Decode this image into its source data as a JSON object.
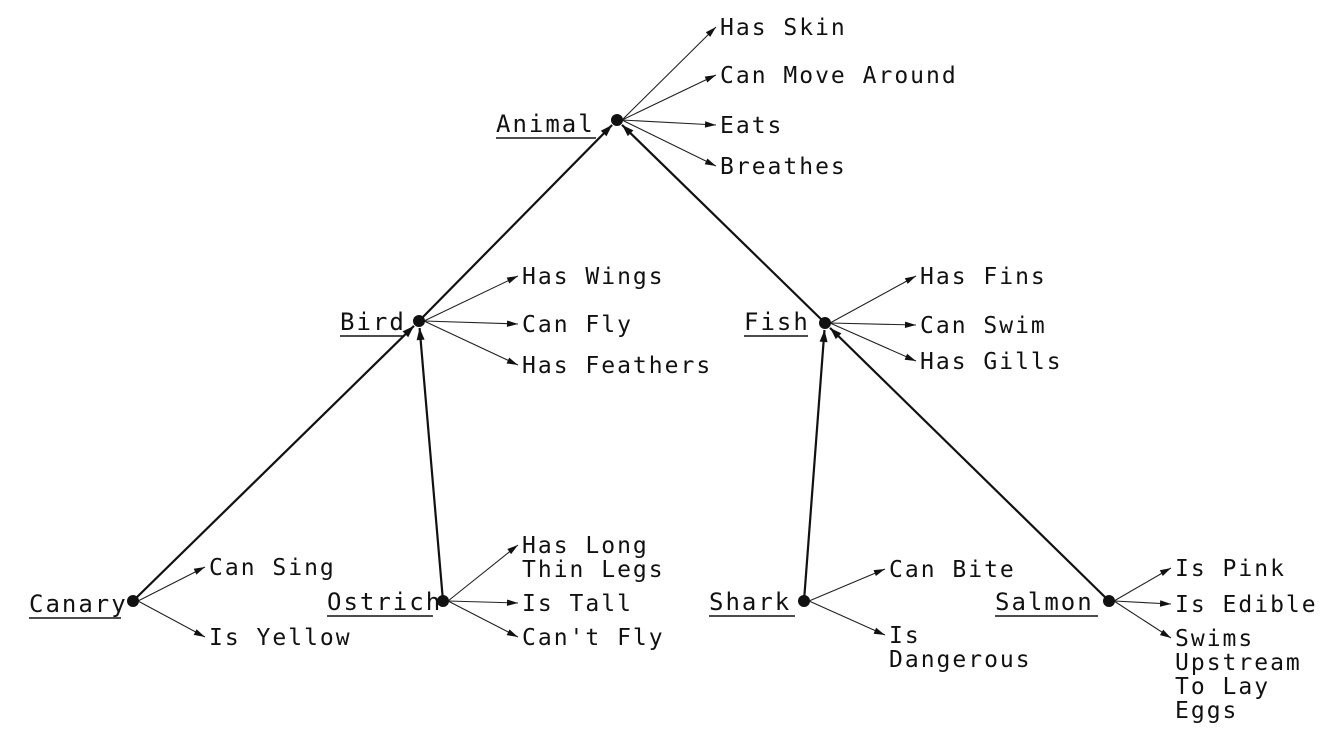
{
  "diagram": {
    "concepts": [
      {
        "id": "animal",
        "label": "Animal"
      },
      {
        "id": "bird",
        "label": "Bird"
      },
      {
        "id": "fish",
        "label": "Fish"
      },
      {
        "id": "canary",
        "label": "Canary"
      },
      {
        "id": "ostrich",
        "label": "Ostrich"
      },
      {
        "id": "shark",
        "label": "Shark"
      },
      {
        "id": "salmon",
        "label": "Salmon"
      }
    ],
    "isa_links": [
      {
        "from": "bird",
        "to": "animal"
      },
      {
        "from": "fish",
        "to": "animal"
      },
      {
        "from": "canary",
        "to": "bird"
      },
      {
        "from": "ostrich",
        "to": "bird"
      },
      {
        "from": "shark",
        "to": "fish"
      },
      {
        "from": "salmon",
        "to": "fish"
      }
    ],
    "properties": {
      "animal": [
        "Has Skin",
        "Can Move Around",
        "Eats",
        "Breathes"
      ],
      "bird": [
        "Has Wings",
        "Can Fly",
        "Has Feathers"
      ],
      "fish": [
        "Has Fins",
        "Can Swim",
        "Has Gills"
      ],
      "canary": [
        "Can Sing",
        "Is Yellow"
      ],
      "ostrich": [
        [
          "Has Long",
          "Thin Legs"
        ],
        "Is Tall",
        "Can't Fly"
      ],
      "shark": [
        "Can Bite",
        [
          "Is",
          "Dangerous"
        ]
      ],
      "salmon": [
        "Is Pink",
        "Is Edible",
        [
          "Swims",
          "Upstream",
          "To Lay",
          "Eggs"
        ]
      ]
    }
  }
}
